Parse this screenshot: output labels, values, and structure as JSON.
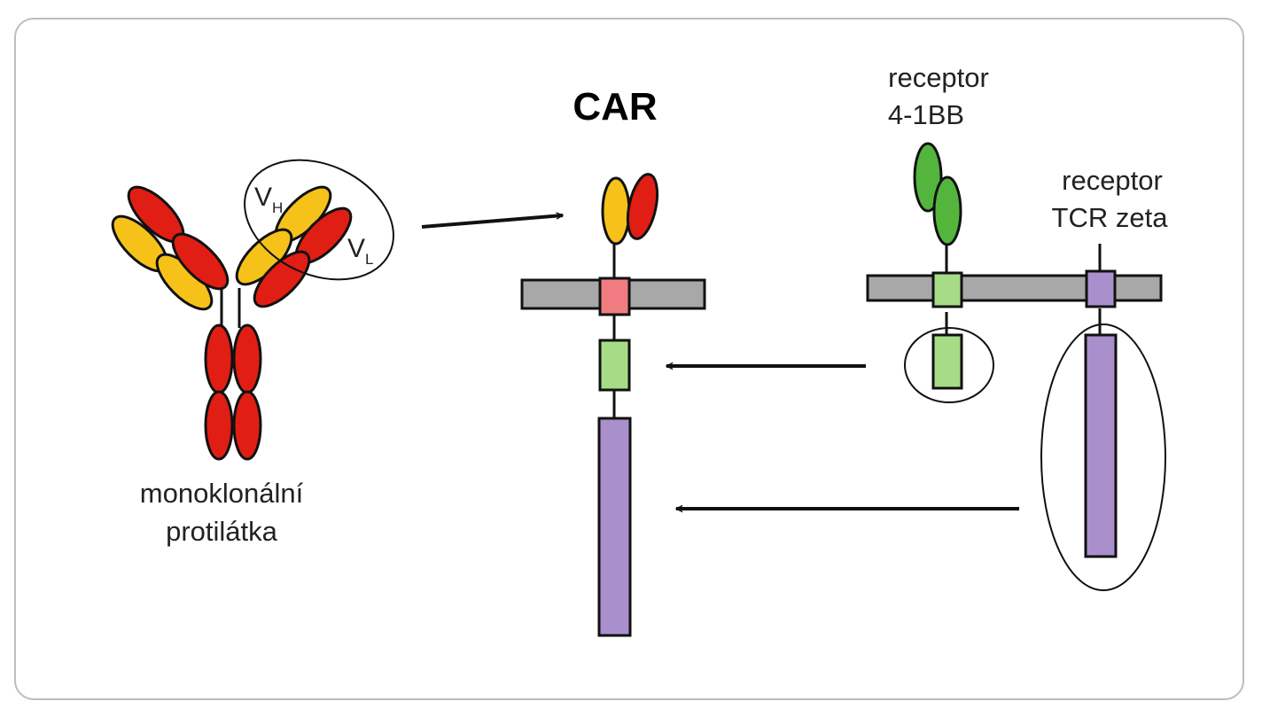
{
  "labels": {
    "car": "CAR",
    "antibody_line1": "monoklonální",
    "antibody_line2": "protilátka",
    "receptor_41bb_line1": "receptor",
    "receptor_41bb_line2": "4-1BB",
    "receptor_tcr_line1": "receptor",
    "receptor_tcr_line2": "TCR zeta",
    "vh_letter": "V",
    "vh_sub": "H",
    "vl_letter": "V",
    "vl_sub": "L"
  },
  "colors": {
    "heavy_chain": "#e01e14",
    "light_chain": "#f6c21a",
    "membrane": "#a8a8a8",
    "car_transmembrane": "#f07c82",
    "costim_41bb": "#a7dc87",
    "costim_41bb_ext": "#54b53c",
    "tcr_zeta": "#a98fcc",
    "outline": "#111111"
  }
}
